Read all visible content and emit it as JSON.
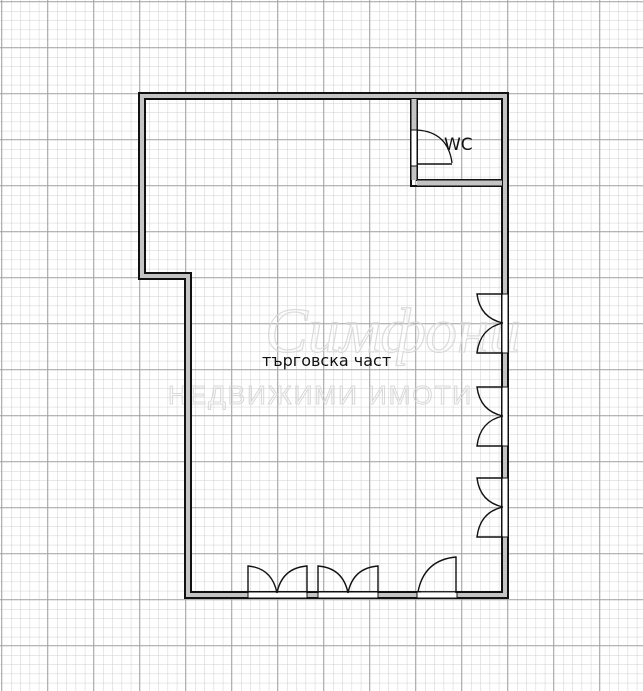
{
  "plan": {
    "rooms": [
      {
        "id": "wc",
        "label": "WC"
      },
      {
        "id": "retail",
        "label": "търговска част"
      }
    ],
    "watermark": {
      "script": "Симфони",
      "subtitle": "НЕДВИЖИМИ ИМОТИ"
    },
    "colors": {
      "grid_minor": "#c8c8c8",
      "grid_major": "#a0a0a0",
      "wall": "#111111",
      "wall_fill": "#bdbdbd",
      "background": "#ffffff"
    },
    "doors": {
      "right_wall_double_doors": 3,
      "bottom_wall_double_doors": 2,
      "bottom_wall_single_doors": 1,
      "wc_door": 1
    }
  }
}
